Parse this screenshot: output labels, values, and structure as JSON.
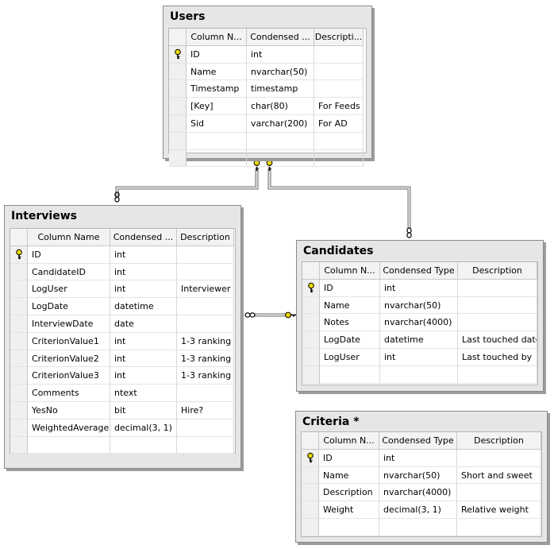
{
  "tables": {
    "users": {
      "title": "Users",
      "headers": [
        "Column N...",
        "Condensed ...",
        "Descripti..."
      ],
      "rows": [
        {
          "pk": true,
          "name": "ID",
          "type": "int",
          "desc": ""
        },
        {
          "pk": false,
          "name": "Name",
          "type": "nvarchar(50)",
          "desc": ""
        },
        {
          "pk": false,
          "name": "Timestamp",
          "type": "timestamp",
          "desc": ""
        },
        {
          "pk": false,
          "name": "[Key]",
          "type": "char(80)",
          "desc": "For Feeds"
        },
        {
          "pk": false,
          "name": "Sid",
          "type": "varchar(200)",
          "desc": "For AD"
        }
      ]
    },
    "interviews": {
      "title": "Interviews",
      "headers": [
        "Column Name",
        "Condensed ...",
        "Description"
      ],
      "rows": [
        {
          "pk": true,
          "name": "ID",
          "type": "int",
          "desc": ""
        },
        {
          "pk": false,
          "name": "CandidateID",
          "type": "int",
          "desc": ""
        },
        {
          "pk": false,
          "name": "LogUser",
          "type": "int",
          "desc": "Interviewer"
        },
        {
          "pk": false,
          "name": "LogDate",
          "type": "datetime",
          "desc": ""
        },
        {
          "pk": false,
          "name": "InterviewDate",
          "type": "date",
          "desc": ""
        },
        {
          "pk": false,
          "name": "CriterionValue1",
          "type": "int",
          "desc": "1-3 ranking"
        },
        {
          "pk": false,
          "name": "CriterionValue2",
          "type": "int",
          "desc": "1-3 ranking"
        },
        {
          "pk": false,
          "name": "CriterionValue3",
          "type": "int",
          "desc": "1-3 ranking"
        },
        {
          "pk": false,
          "name": "Comments",
          "type": "ntext",
          "desc": ""
        },
        {
          "pk": false,
          "name": "YesNo",
          "type": "bit",
          "desc": "Hire?"
        },
        {
          "pk": false,
          "name": "WeightedAverage",
          "type": "decimal(3, 1)",
          "desc": ""
        }
      ]
    },
    "candidates": {
      "title": "Candidates",
      "headers": [
        "Column N...",
        "Condensed Type",
        "Description"
      ],
      "rows": [
        {
          "pk": true,
          "name": "ID",
          "type": "int",
          "desc": ""
        },
        {
          "pk": false,
          "name": "Name",
          "type": "nvarchar(50)",
          "desc": ""
        },
        {
          "pk": false,
          "name": "Notes",
          "type": "nvarchar(4000)",
          "desc": ""
        },
        {
          "pk": false,
          "name": "LogDate",
          "type": "datetime",
          "desc": "Last touched date"
        },
        {
          "pk": false,
          "name": "LogUser",
          "type": "int",
          "desc": "Last touched by"
        }
      ]
    },
    "criteria": {
      "title": "Criteria *",
      "headers": [
        "Column N...",
        "Condensed Type",
        "Description"
      ],
      "rows": [
        {
          "pk": true,
          "name": "ID",
          "type": "int",
          "desc": ""
        },
        {
          "pk": false,
          "name": "Name",
          "type": "nvarchar(50)",
          "desc": "Short and sweet"
        },
        {
          "pk": false,
          "name": "Description",
          "type": "nvarchar(4000)",
          "desc": ""
        },
        {
          "pk": false,
          "name": "Weight",
          "type": "decimal(3, 1)",
          "desc": "Relative weight"
        }
      ]
    }
  },
  "relationships": [
    {
      "from": "interviews",
      "to": "users",
      "from_end": "many",
      "to_end": "one-key"
    },
    {
      "from": "candidates",
      "to": "users",
      "from_end": "many",
      "to_end": "one-key"
    },
    {
      "from": "interviews",
      "to": "candidates",
      "from_end": "many",
      "to_end": "one-key"
    }
  ],
  "colors": {
    "key_icon": "#e8d800",
    "panel": "#e6e6e6",
    "connector": "#6e6e6e"
  }
}
